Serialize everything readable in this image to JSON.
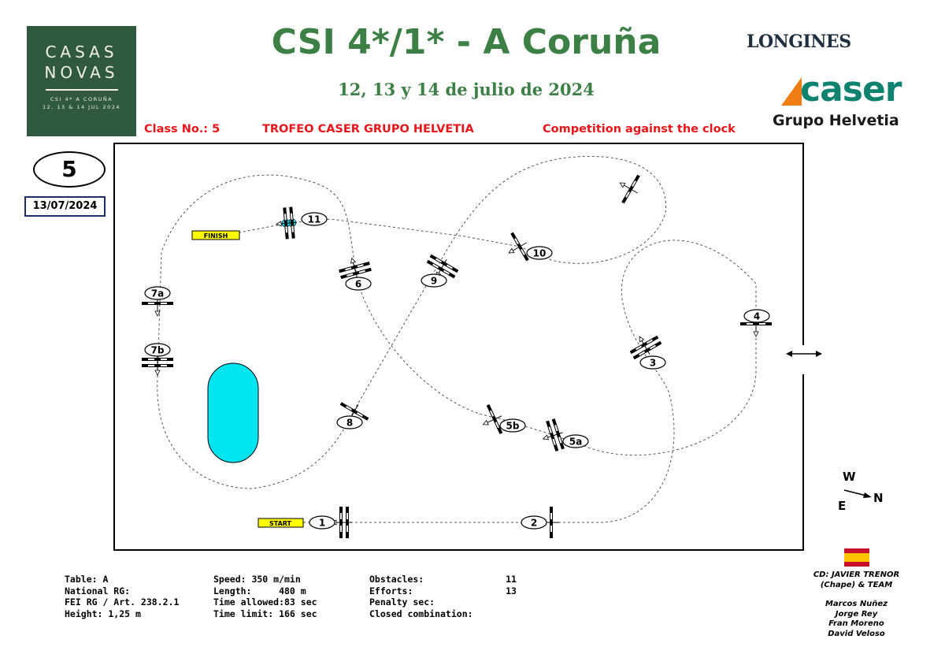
{
  "logo": {
    "line1": "CASAS",
    "line2": "NOVAS",
    "sub1": "CSI 4* A CORUÑA",
    "sub2": "12, 13 & 14 JUL 2024"
  },
  "header": {
    "title": "CSI 4*/1* - A Coruña",
    "dates": "12, 13 y 14 de julio de 2024",
    "class_no": "Class No.: 5",
    "trophy": "TROFEO CASER GRUPO HELVETIA",
    "competition": "Competition against the clock"
  },
  "sponsors": {
    "longines": "LONGINES",
    "caser": "caser",
    "caser_sub": "Grupo Helvetia"
  },
  "class_number": "5",
  "date": "13/07/2024",
  "course": {
    "start": "START",
    "finish": "FINISH",
    "obstacles": [
      "1",
      "2",
      "3",
      "4",
      "5a",
      "5b",
      "6",
      "7a",
      "7b",
      "8",
      "9",
      "10",
      "11"
    ],
    "compass": {
      "w": "W",
      "e": "E",
      "n": "N"
    }
  },
  "info": {
    "col1": [
      "Table: A",
      "National RG:",
      "FEI RG / Art. 238.2.1",
      "Height: 1,25 m"
    ],
    "col2": [
      "Speed: 350 m/min",
      "Length:     480 m",
      "Time allowed:83 sec",
      "Time limit: 166 sec"
    ],
    "col3": [
      "Obstacles:               11",
      "Efforts:                 13",
      "Penalty sec:",
      "Closed combination:"
    ]
  },
  "credits": {
    "cd": "CD: JAVIER TRENOR",
    "team": "(Chape) & TEAM",
    "assistants": [
      "Marcos Nuñez",
      "Jorge Rey",
      "Fran Moreno",
      "David Veloso"
    ]
  },
  "colors": {
    "green": "#3c8046",
    "red": "#e8161b",
    "water": "#00e5ef",
    "label_yellow": "#ffff00"
  }
}
